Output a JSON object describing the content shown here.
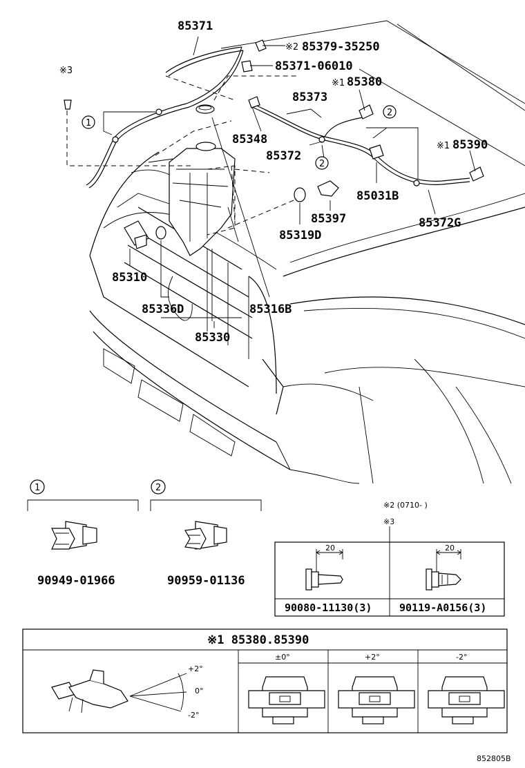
{
  "diagram": {
    "part_labels": {
      "p85371": "85371",
      "p85379_35250": "85379-35250",
      "p85371_06010": "85371-06010",
      "p85380": "85380",
      "p85373": "85373",
      "p85348": "85348",
      "p85372": "85372",
      "p85390": "85390",
      "p85031B": "85031B",
      "p85397": "85397",
      "p85372G": "85372G",
      "p85319D": "85319D",
      "p85310": "85310",
      "p85336D": "85336D",
      "p85316B": "85316B",
      "p85330": "85330"
    },
    "markers": {
      "note1": "※1",
      "note2": "※2",
      "note3": "※3",
      "circle1": "1",
      "circle2": "2"
    },
    "clips": {
      "circle1": "1",
      "circle2": "2",
      "clip1_part": "90949-01966",
      "clip2_part": "90959-01136"
    },
    "fasteners": {
      "note2_header": "※2 (0710-    )",
      "note3_header": "※3",
      "dim_left": "20",
      "dim_right": "20",
      "left_part": "90080-11130(3)",
      "right_part": "90119-A0156(3)"
    },
    "nozzle_table": {
      "header": "※1 85380.85390",
      "angle_plus": "+2°",
      "angle_zero": "0°",
      "angle_minus": "-2°",
      "col1": "±0°",
      "col2": "+2°",
      "col3": "-2°"
    },
    "figure_id": "852805B"
  }
}
